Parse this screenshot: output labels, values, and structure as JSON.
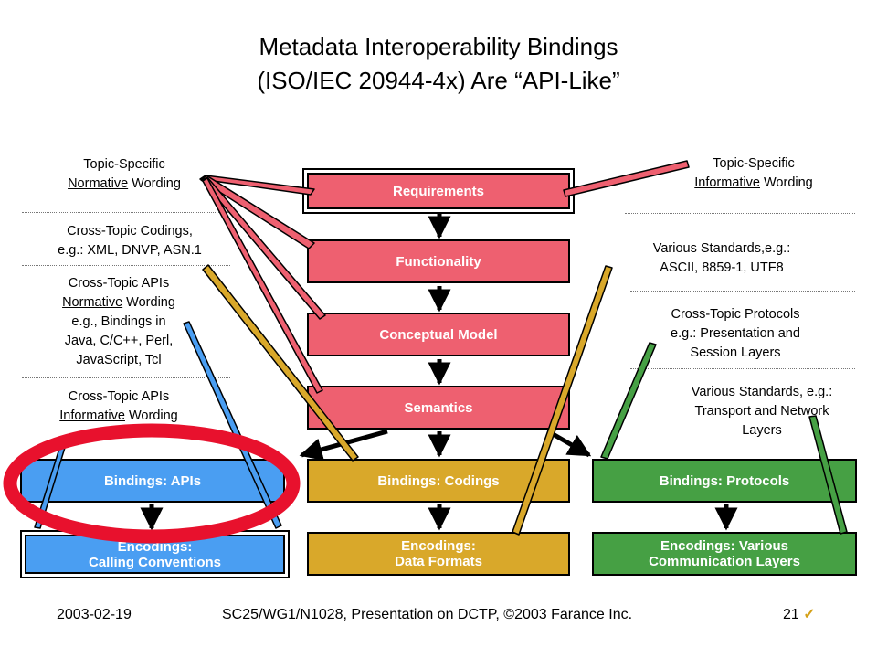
{
  "title": {
    "line1": "Metadata Interoperability Bindings",
    "line2": "(ISO/IEC 20944-4x) Are “API-Like”"
  },
  "boxes": {
    "requirements": "Requirements",
    "functionality": "Functionality",
    "conceptual_model": "Conceptual Model",
    "semantics": "Semantics",
    "bindings_apis": "Bindings: APIs",
    "bindings_codings": "Bindings: Codings",
    "bindings_protocols": "Bindings: Protocols",
    "encodings_calling": {
      "line1": "Encodings:",
      "line2": "Calling Conventions"
    },
    "encodings_data": {
      "line1": "Encodings:",
      "line2": "Data Formats"
    },
    "encodings_various": {
      "line1": "Encodings: Various",
      "line2": "Communication Layers"
    }
  },
  "labels": {
    "topic_normative": {
      "line1": "Topic-Specific",
      "pre": "",
      "u": "Normative",
      "post": " Wording"
    },
    "cross_codings": {
      "line1": "Cross-Topic Codings,",
      "line2": "e.g.: XML, DNVP, ASN.1"
    },
    "cross_apis_norm": {
      "line1": "Cross-Topic APIs",
      "u": "Normative",
      "post": " Wording",
      "line3": "e.g., Bindings in",
      "line4": "Java, C/C++, Perl,",
      "line5": "JavaScript, Tcl"
    },
    "cross_apis_inf": {
      "line1": "Cross-Topic APIs",
      "u": "Informative",
      "post": " Wording"
    },
    "topic_informative": {
      "line1": "Topic-Specific",
      "u": "Informative",
      "post": " Wording"
    },
    "various_std_1": {
      "line1": "Various Standards,e.g.:",
      "line2": "ASCII, 8859-1, UTF8"
    },
    "cross_protocols": {
      "line1": "Cross-Topic Protocols",
      "line2": "e.g.: Presentation and",
      "line3": "Session Layers"
    },
    "various_std_2": {
      "line1": "Various Standards, e.g.:",
      "line2": "Transport and Network",
      "line3": "Layers"
    }
  },
  "footer": {
    "date": "2003-02-19",
    "doc": "SC25/WG1/N1028, Presentation on DCTP, ©2003 Farance Inc.",
    "page": "21",
    "check": "✓"
  },
  "colors": {
    "pink": "#ee6070",
    "blue": "#4a9ef2",
    "gold": "#d9a82a",
    "green": "#46a044",
    "highlight_ring": "#e8112d"
  }
}
